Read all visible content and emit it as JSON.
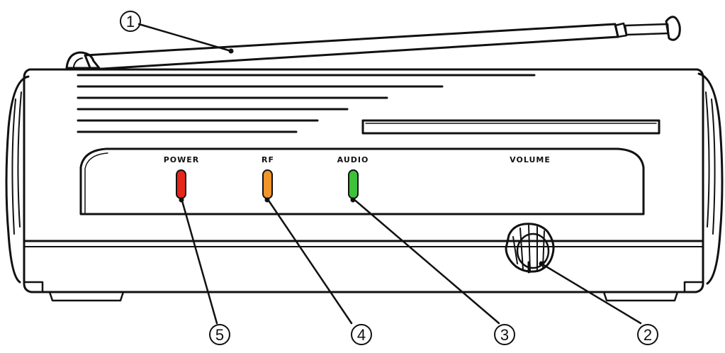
{
  "panel_labels": {
    "power": "POWER",
    "rf": "RF",
    "audio": "AUDIO",
    "volume": "VOLUME"
  },
  "callouts": {
    "antenna": "1",
    "volume_knob": "2",
    "audio_led": "3",
    "rf_led": "4",
    "power_led": "5"
  },
  "colors": {
    "power_led": "#e8251b",
    "rf_led": "#f0952a",
    "audio_led": "#3ec23a"
  }
}
